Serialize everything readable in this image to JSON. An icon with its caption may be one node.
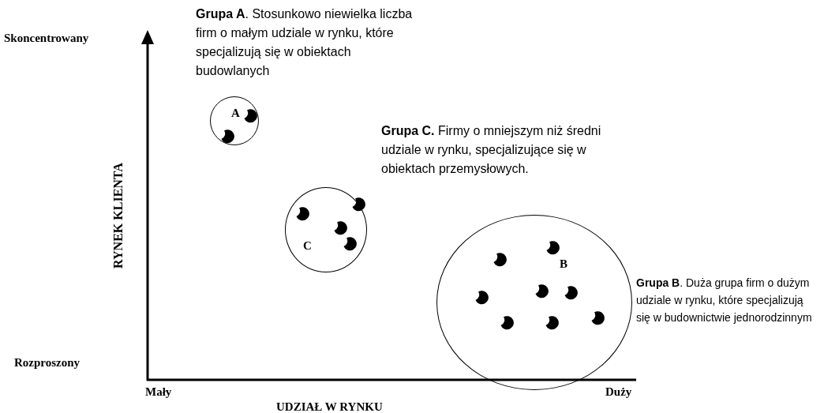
{
  "diagram": {
    "nodes": [
      {
        "text": [
          "A"
        ]
      },
      {
        "text": [
          "C"
        ]
      },
      {
        "text": [
          "B"
        ]
      }
    ],
    "labels": [
      "Skoncentrowany",
      "Rozproszony",
      "RYNEK KLIENTA",
      "Mały",
      "Duży",
      "UDZIAŁ W RYNKU",
      "**Grupa A**. Stosunkowo niewielka liczba firm o małym udziale w rynku,  które specjalizują się w obiektach budowlanych",
      "**Grupa C.** Firmy o mniejszym niż średni udziale w rynku, specjalizujące się w obiektach przemysłowych.",
      "**Grupa B**. Duża grupa firm o dużym  udziale w rynku, które specjalizują się w budownictwie jednorodzinnym"
    ]
  }
}
